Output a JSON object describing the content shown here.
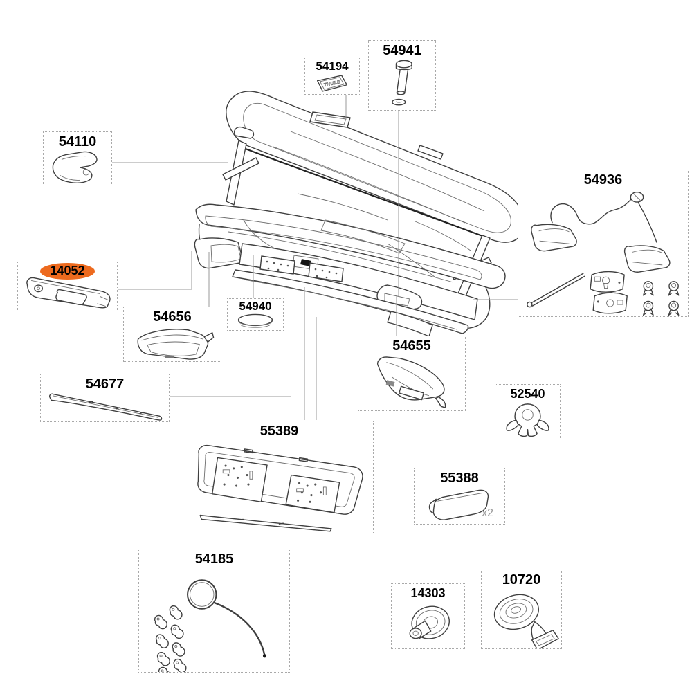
{
  "diagram": {
    "kind": "exploded-parts-diagram",
    "highlight_color": "#ED6A1E",
    "highlighted_part": "14052"
  },
  "parts": {
    "p54194": {
      "label": "54194",
      "badge_text": "THULE"
    },
    "p54941": {
      "label": "54941"
    },
    "p54110": {
      "label": "54110"
    },
    "p54936": {
      "label": "54936"
    },
    "p14052": {
      "label": "14052"
    },
    "p54656": {
      "label": "54656"
    },
    "p54940": {
      "label": "54940"
    },
    "p54655": {
      "label": "54655"
    },
    "p52540": {
      "label": "52540"
    },
    "p54677": {
      "label": "54677"
    },
    "p55389": {
      "label": "55389"
    },
    "p55388": {
      "label": "55388",
      "quantity": "x2"
    },
    "p54185": {
      "label": "54185"
    },
    "p14303": {
      "label": "14303"
    },
    "p10720": {
      "label": "10720"
    }
  }
}
